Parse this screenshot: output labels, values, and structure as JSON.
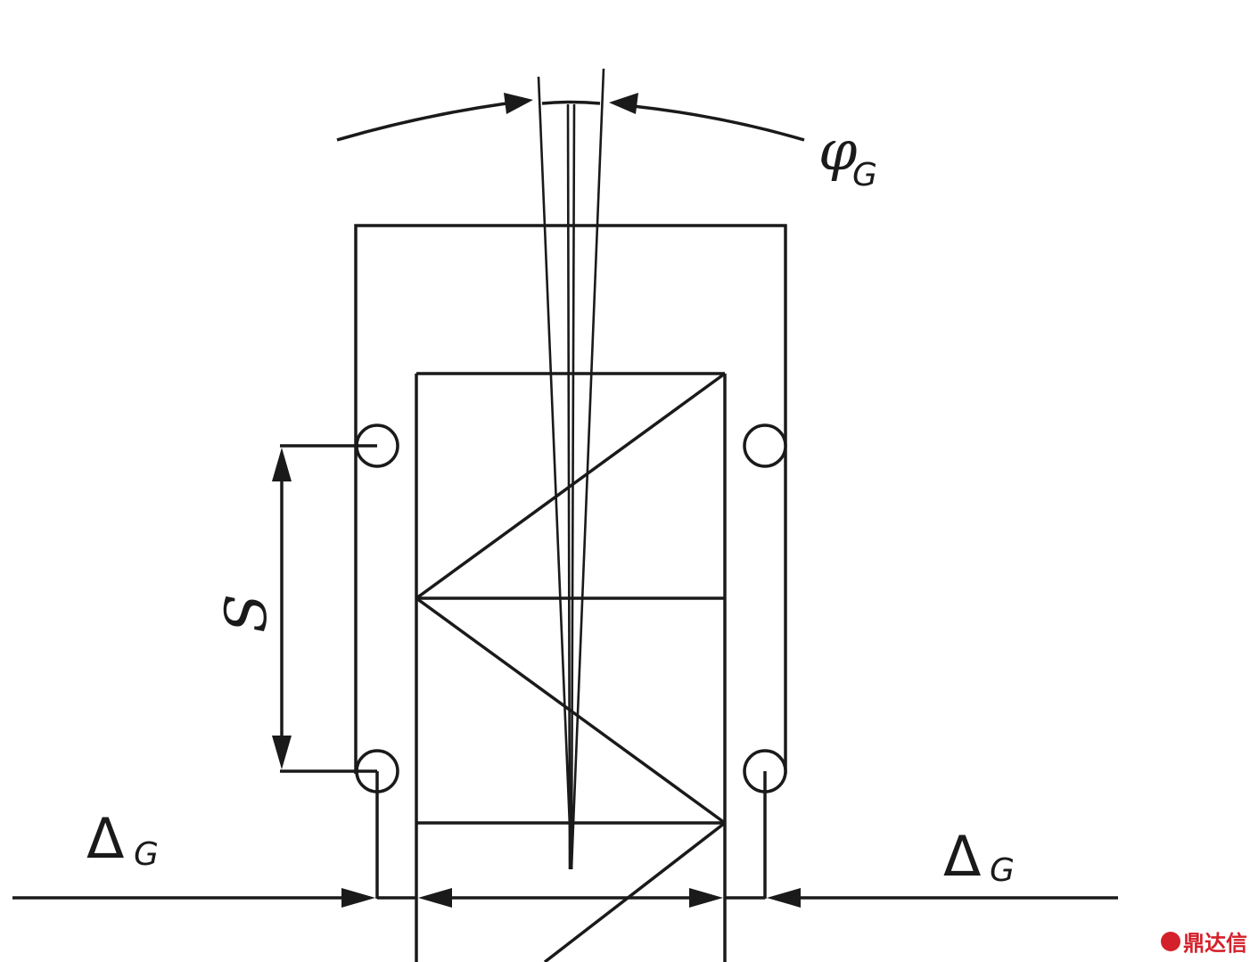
{
  "labels": {
    "phi_symbol": "φ",
    "phi_subscript": "G",
    "s_label": "S",
    "delta_left_symbol": "Δ",
    "delta_left_subscript": "G",
    "delta_right_symbol": "Δ",
    "delta_right_subscript": "G"
  },
  "watermark": {
    "text": "鼎达信",
    "color": "#d4202a"
  },
  "colors": {
    "line": "#1a1a1a",
    "background": "#ffffff"
  }
}
